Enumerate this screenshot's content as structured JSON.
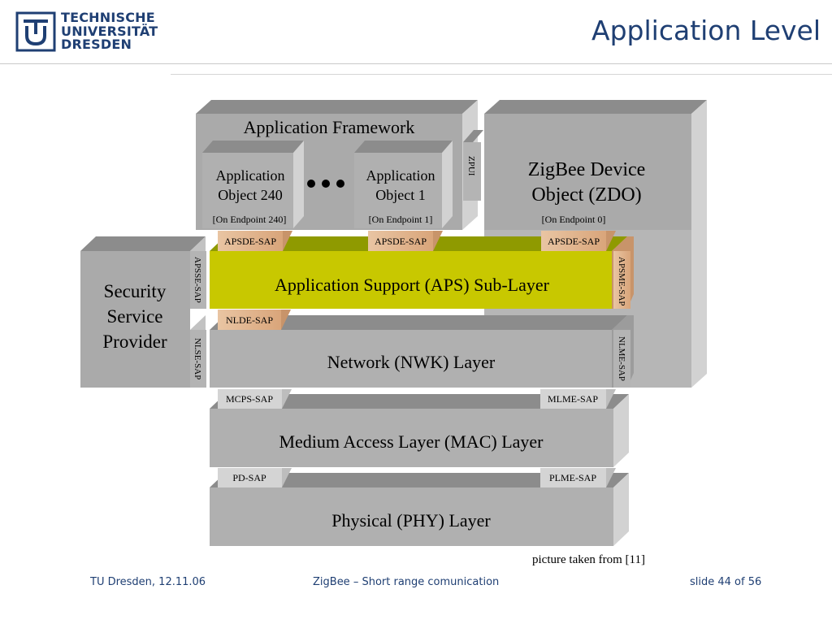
{
  "logo": {
    "line1": "TECHNISCHE",
    "line2": "UNIVERSITÄT",
    "line3": "DRESDEN"
  },
  "title": "Application Level",
  "diagram": {
    "app_framework": "Application Framework",
    "app_object_240": [
      "Application",
      "Object 240"
    ],
    "endpoint_240": "[On Endpoint 240]",
    "app_object_1": [
      "Application",
      "Object 1"
    ],
    "endpoint_1": "[On Endpoint 1]",
    "zpui": "ZPUI",
    "zdo": [
      "ZigBee Device",
      "Object (ZDO)"
    ],
    "endpoint_0": "[On Endpoint 0]",
    "apsde_sap": "APSDE-SAP",
    "apsse_sap": "APSSE-SAP",
    "apsme_sap": "APSME-SAP",
    "aps_layer": "Application Support (APS) Sub-Layer",
    "security_provider": [
      "Security",
      "Service",
      "Provider"
    ],
    "nlde_sap": "NLDE-SAP",
    "nlse_sap": "NLSE-SAP",
    "nlme_sap": "NLME-SAP",
    "nwk_layer": "Network (NWK) Layer",
    "mcps_sap": "MCPS-SAP",
    "mlme_sap": "MLME-SAP",
    "mac_layer": "Medium Access Layer (MAC) Layer",
    "pd_sap": "PD-SAP",
    "plme_sap": "PLME-SAP",
    "phy_layer": "Physical (PHY) Layer"
  },
  "caption": "picture taken from [11]",
  "footer": {
    "left": "TU Dresden, 12.11.06",
    "center": "ZigBee – Short range comunication",
    "right": "slide 44 of 56"
  }
}
